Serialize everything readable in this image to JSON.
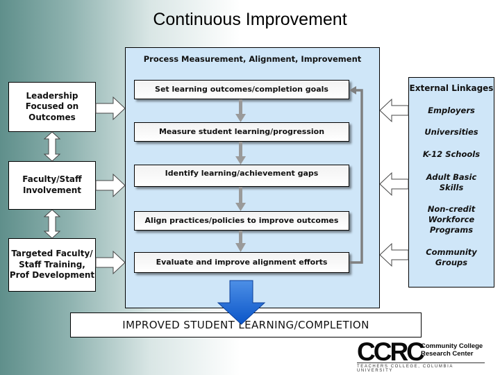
{
  "title": "Continuous Improvement",
  "process": {
    "title": "Process Measurement, Alignment, Improvement",
    "steps": [
      "Set learning outcomes/completion goals",
      "Measure student learning/progression",
      "Identify learning/achievement gaps",
      "Align practices/policies to improve outcomes",
      "Evaluate and improve alignment efforts"
    ]
  },
  "left_boxes": [
    {
      "lines": [
        "Leadership",
        "Focused on",
        "Outcomes"
      ]
    },
    {
      "lines": [
        "Faculty/Staff",
        "Involvement"
      ]
    },
    {
      "lines": [
        "Targeted Faculty/",
        "Staff Training,",
        "Prof Development"
      ]
    }
  ],
  "external": {
    "title": "External Linkages",
    "items": [
      {
        "lines": [
          "Employers"
        ]
      },
      {
        "lines": [
          "Universities"
        ]
      },
      {
        "lines": [
          "K-12 Schools"
        ]
      },
      {
        "lines": [
          "Adult Basic",
          "Skills"
        ]
      },
      {
        "lines": [
          "Non-credit",
          "Workforce",
          "Programs"
        ]
      },
      {
        "lines": [
          "Community",
          "Groups"
        ]
      }
    ]
  },
  "result": "IMPROVED STUDENT LEARNING/COMPLETION",
  "logo": {
    "mark": "CCRC",
    "name_lines": [
      "Community College",
      "Research Center"
    ],
    "subtitle": "TEACHERS COLLEGE, COLUMBIA UNIVERSITY"
  }
}
